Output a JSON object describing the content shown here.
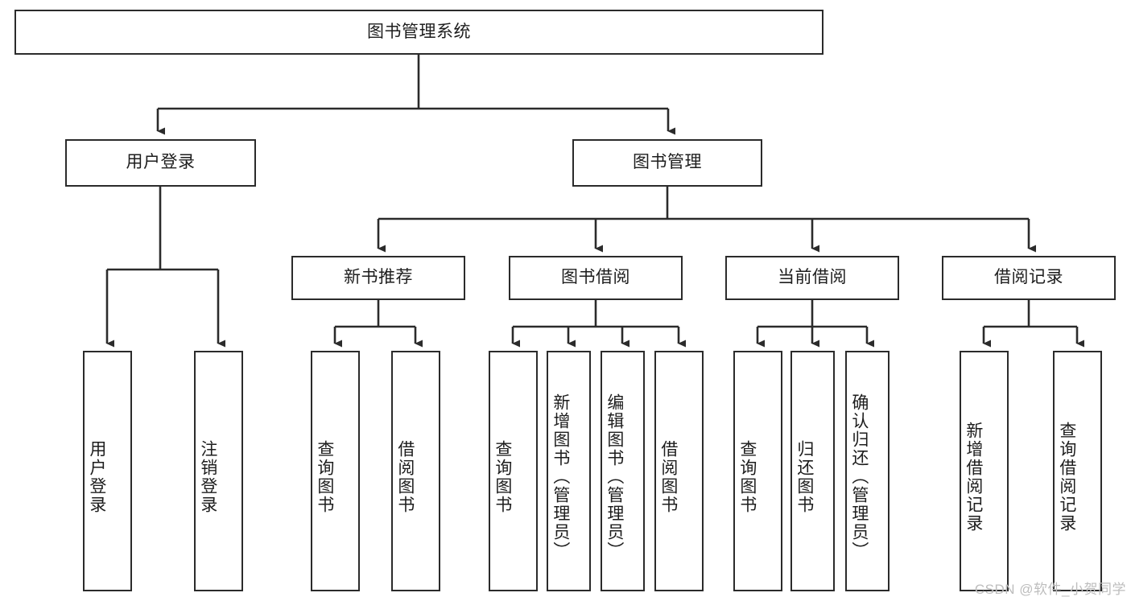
{
  "diagram": {
    "title": "图书管理系统",
    "type": "tree-hierarchy",
    "stroke_color": "#2b2b2b",
    "node_fill": "#ffffff",
    "background": "#ffffff",
    "text_color": "#1d1d1d"
  },
  "root": {
    "label": "图书管理系统"
  },
  "level2": [
    {
      "label": "用户登录"
    },
    {
      "label": "图书管理"
    }
  ],
  "level3": [
    {
      "label": "新书推荐"
    },
    {
      "label": "图书借阅"
    },
    {
      "label": "当前借阅"
    },
    {
      "label": "借阅记录"
    }
  ],
  "leaves": [
    {
      "label": "用户登录",
      "parent": "用户登录"
    },
    {
      "label": "注销登录",
      "parent": "用户登录"
    },
    {
      "label": "查询图书",
      "parent": "新书推荐"
    },
    {
      "label": "借阅图书",
      "parent": "新书推荐"
    },
    {
      "label": "查询图书",
      "parent": "图书借阅"
    },
    {
      "label": "新增图书（管理员）",
      "parent": "图书借阅"
    },
    {
      "label": "编辑图书（管理员）",
      "parent": "图书借阅"
    },
    {
      "label": "借阅图书",
      "parent": "图书借阅"
    },
    {
      "label": "查询图书",
      "parent": "当前借阅"
    },
    {
      "label": "归还图书",
      "parent": "当前借阅"
    },
    {
      "label": "确认归还（管理员）",
      "parent": "当前借阅"
    },
    {
      "label": "新增借阅记录",
      "parent": "借阅记录"
    },
    {
      "label": "查询借阅记录",
      "parent": "借阅记录"
    }
  ],
  "watermark": {
    "text": "CSDN @软件_小贺同学"
  }
}
